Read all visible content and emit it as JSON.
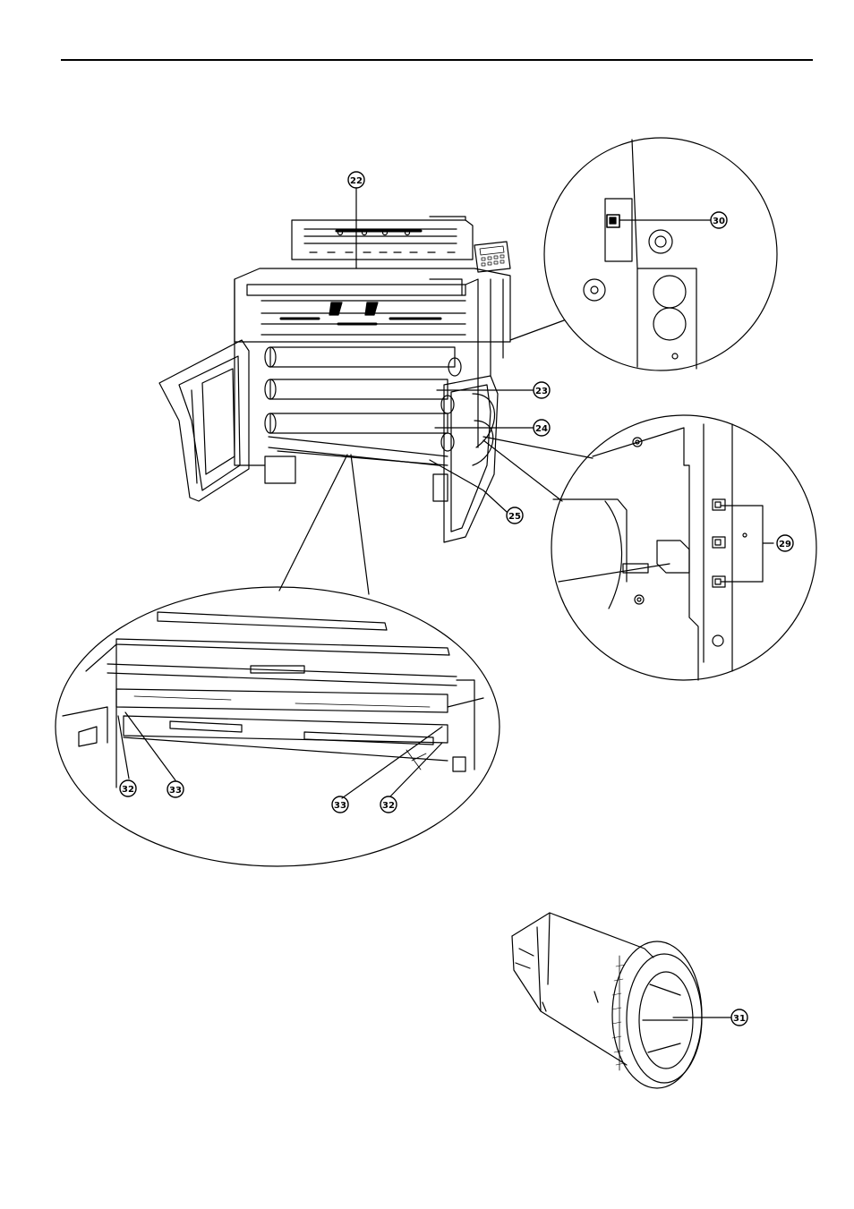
{
  "page": {
    "background": "#ffffff",
    "ink": "#000000"
  },
  "callouts": {
    "c22": "22",
    "c23": "23",
    "c24": "24",
    "c25": "25",
    "c29": "29",
    "c30": "30",
    "c31": "31",
    "c32a": "32",
    "c33a": "33",
    "c33b": "33",
    "c32b": "32"
  }
}
